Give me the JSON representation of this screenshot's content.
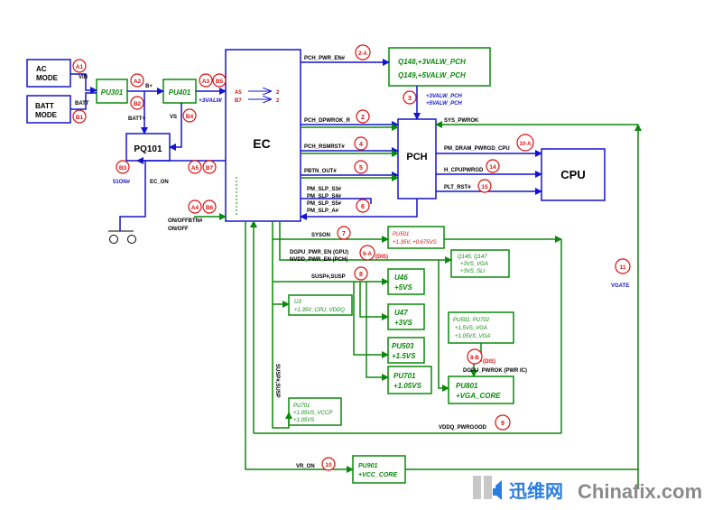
{
  "boxes": {
    "ac_mode": [
      "AC",
      "MODE"
    ],
    "batt_mode": [
      "BATT",
      "MODE"
    ],
    "pu301": "PU301",
    "pu401": "PU401",
    "pq101": "PQ101",
    "ec": "EC",
    "q148": [
      "Q148,+3VALW_PCH",
      "Q149,+5VALW_PCH"
    ],
    "pch": "PCH",
    "cpu": "CPU",
    "pu501": [
      "PU501",
      "+1.35V, +0.675VS"
    ],
    "q145": [
      "Q145, Q147",
      "+3VS_VGA",
      "+3VS_SLI"
    ],
    "u46": [
      "U46",
      "+5VS"
    ],
    "u3": [
      "U3",
      "+1.35V_CPU_VDDQ"
    ],
    "u47": [
      "U47",
      "+3VS"
    ],
    "pu502": [
      "PU502, PU702",
      "+1.5VS_VGA",
      "+1.05VS_VGA"
    ],
    "pu503": [
      "PU503",
      "+1.5VS"
    ],
    "pu701": [
      "PU701",
      "+1.05VS"
    ],
    "pu801": [
      "PU801",
      "+VGA_CORE"
    ],
    "pu701b": [
      "PU701",
      "+1.05VS_VCCP",
      "+1.05VS"
    ],
    "pu901": [
      "PU901",
      "+VCC_CORE"
    ]
  },
  "signals": {
    "vin": "VIN",
    "batt": "BATT",
    "b_plus": "B+",
    "batt_plus": "BATT+",
    "vs": "VS",
    "plus3valw": "+3VALW",
    "s51on": "51ON#",
    "ec_on": "EC_ON",
    "onoffbtn": "ON/OFFBTN#",
    "onoff": "ON/OFF",
    "a5": "A5",
    "b7": "B7",
    "two_a": "2",
    "two_b": "2",
    "pch_pwr_en": "PCH_PWR_EN#",
    "pch_dpwrok": "PCH_DPWROK_R",
    "pch_rsmrst": "PCH_RSMRST#",
    "pbtn_out": "PBTN_OUT#",
    "pm_slp": [
      "PM_SLP_S3#",
      "PM_SLP_S4#",
      "PM_SLP_S5#",
      "PM_SLP_A#"
    ],
    "valw_pch": [
      "+3VALW_PCH",
      "+5VALW_PCH"
    ],
    "sys_pwrok": "SYS_PWROK",
    "pm_dram": "PM_DRAM_PWRGD_CPU",
    "h_cpupwrgd": "H_CPUPWRGD",
    "plt_rst": "PLT_RST#",
    "syson": "SYSON",
    "dgpu_pwr_en": "DGPU_PWR_EN (GPU)",
    "nvdd_pwr_en": "NVDD_PWR_EN (PCH)",
    "dis_a": "(DIS)",
    "susp": "SUSP#,SUSP",
    "susp_vert": "SUSP#,SUSP",
    "dgpu_pwrok": "DGPU_PWROK (PWR IC)",
    "dis_b": "(DIS)",
    "vddq_pwrgood": "VDDQ_PWRGOOD",
    "vr_on": "VR_ON",
    "vgate": "VGATE"
  },
  "markers": {
    "a1": "A1",
    "b1": "B1",
    "a2": "A2",
    "b2": "B2",
    "a3": "A3",
    "b5": "B5",
    "b4": "B4",
    "b3": "B3",
    "a5": "A5",
    "b7": "B7",
    "a4": "A4",
    "b6": "B6",
    "n2a": "2-A",
    "n3": "3",
    "n2": "2",
    "n4": "4",
    "n5": "5",
    "n6": "6",
    "n7": "7",
    "n6a": "6-A",
    "n8": "8",
    "n8b": "8-B",
    "n9": "9",
    "n10": "10",
    "n10a": "10-A",
    "n11": "11",
    "n14": "14",
    "n15": "15"
  },
  "watermark": {
    "chinese": "迅维网",
    "brand": "Chinafix.com"
  },
  "colors": {
    "blue": "#1414cc",
    "green": "#0a8a0a",
    "red": "#dd1010"
  }
}
